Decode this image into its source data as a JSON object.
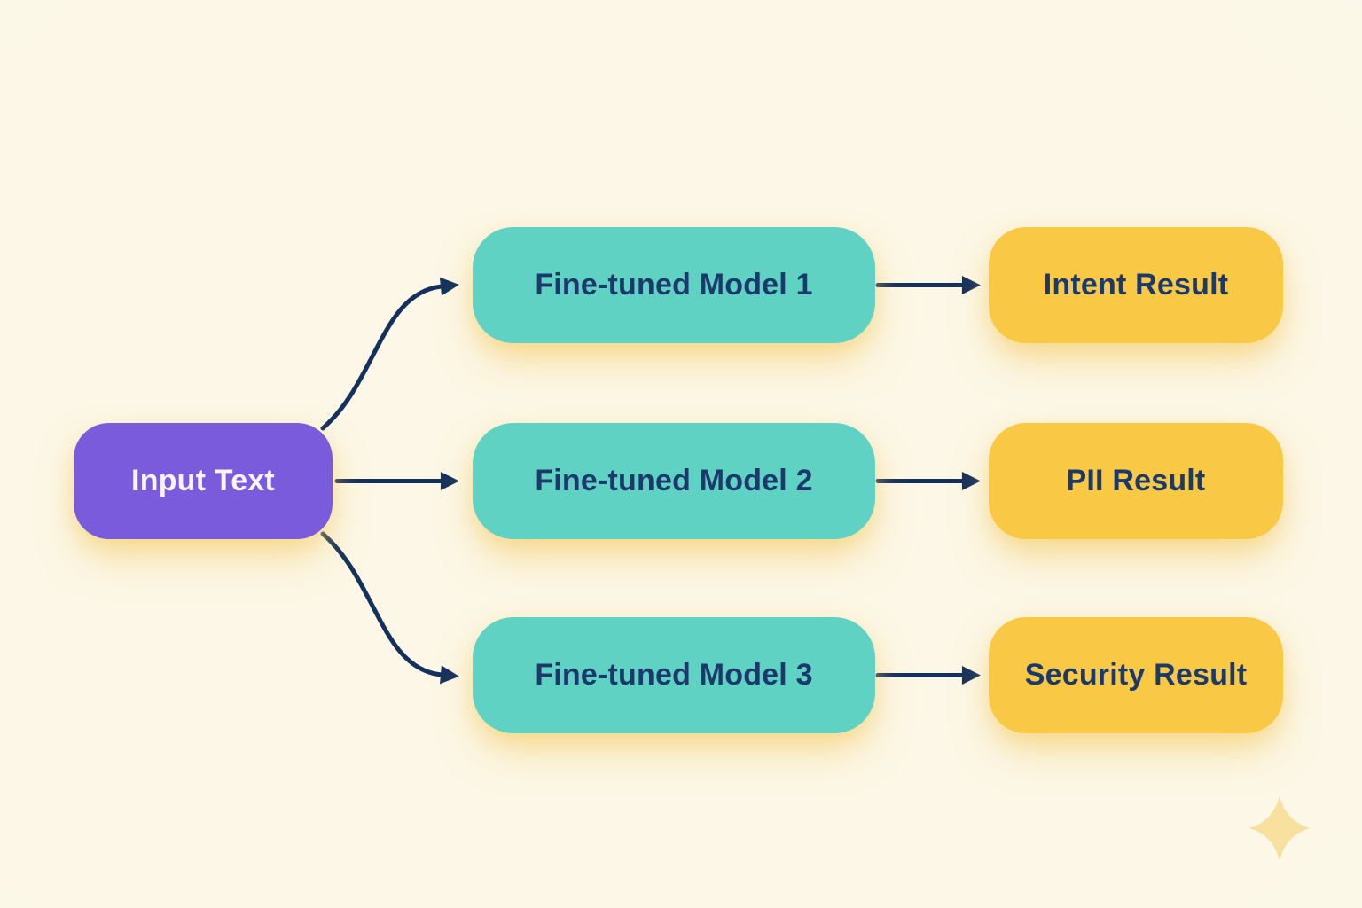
{
  "diagram": {
    "input_node": {
      "label": "Input Text"
    },
    "model_nodes": [
      {
        "label": "Fine-tuned Model 1"
      },
      {
        "label": "Fine-tuned Model 2"
      },
      {
        "label": "Fine-tuned Model 3"
      }
    ],
    "result_nodes": [
      {
        "label": "Intent Result"
      },
      {
        "label": "PII Result"
      },
      {
        "label": "Security Result"
      }
    ],
    "edges": [
      {
        "from": "input-text",
        "to": "fine-tuned-model-1"
      },
      {
        "from": "input-text",
        "to": "fine-tuned-model-2"
      },
      {
        "from": "input-text",
        "to": "fine-tuned-model-3"
      },
      {
        "from": "fine-tuned-model-1",
        "to": "intent-result"
      },
      {
        "from": "fine-tuned-model-2",
        "to": "pii-result"
      },
      {
        "from": "fine-tuned-model-3",
        "to": "security-result"
      }
    ],
    "colors": {
      "background": "#FCF7E6",
      "background_edge": "#FDFAF1",
      "input_fill": "#7A5BDC",
      "input_text": "#F7F4FD",
      "model_fill": "#5FD2C3",
      "result_fill": "#F9C845",
      "node_text": "#1B3A6B",
      "arrow": "#14305C",
      "sparkle": "#F8E19E",
      "glow": "rgba(244, 203, 96, 0.55)"
    }
  }
}
